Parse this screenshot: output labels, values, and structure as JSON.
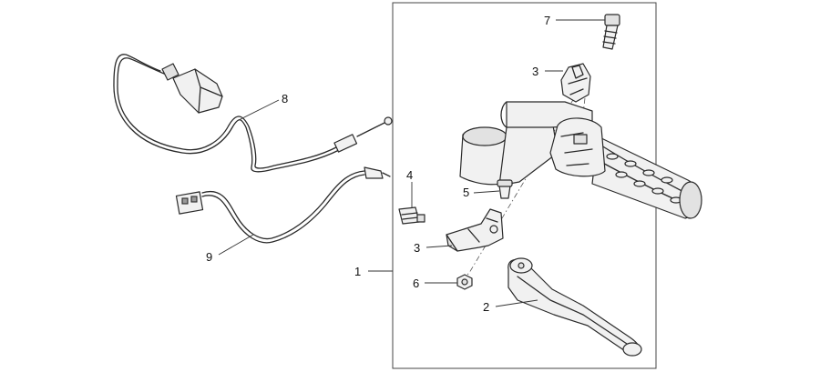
{
  "diagram": {
    "callouts": [
      {
        "id": "c1",
        "text": "1"
      },
      {
        "id": "c2",
        "text": "2"
      },
      {
        "id": "c3a",
        "text": "3"
      },
      {
        "id": "c3b",
        "text": "3"
      },
      {
        "id": "c4",
        "text": "4"
      },
      {
        "id": "c5",
        "text": "5"
      },
      {
        "id": "c6",
        "text": "6"
      },
      {
        "id": "c7",
        "text": "7"
      },
      {
        "id": "c8",
        "text": "8"
      },
      {
        "id": "c9",
        "text": "9"
      }
    ]
  }
}
